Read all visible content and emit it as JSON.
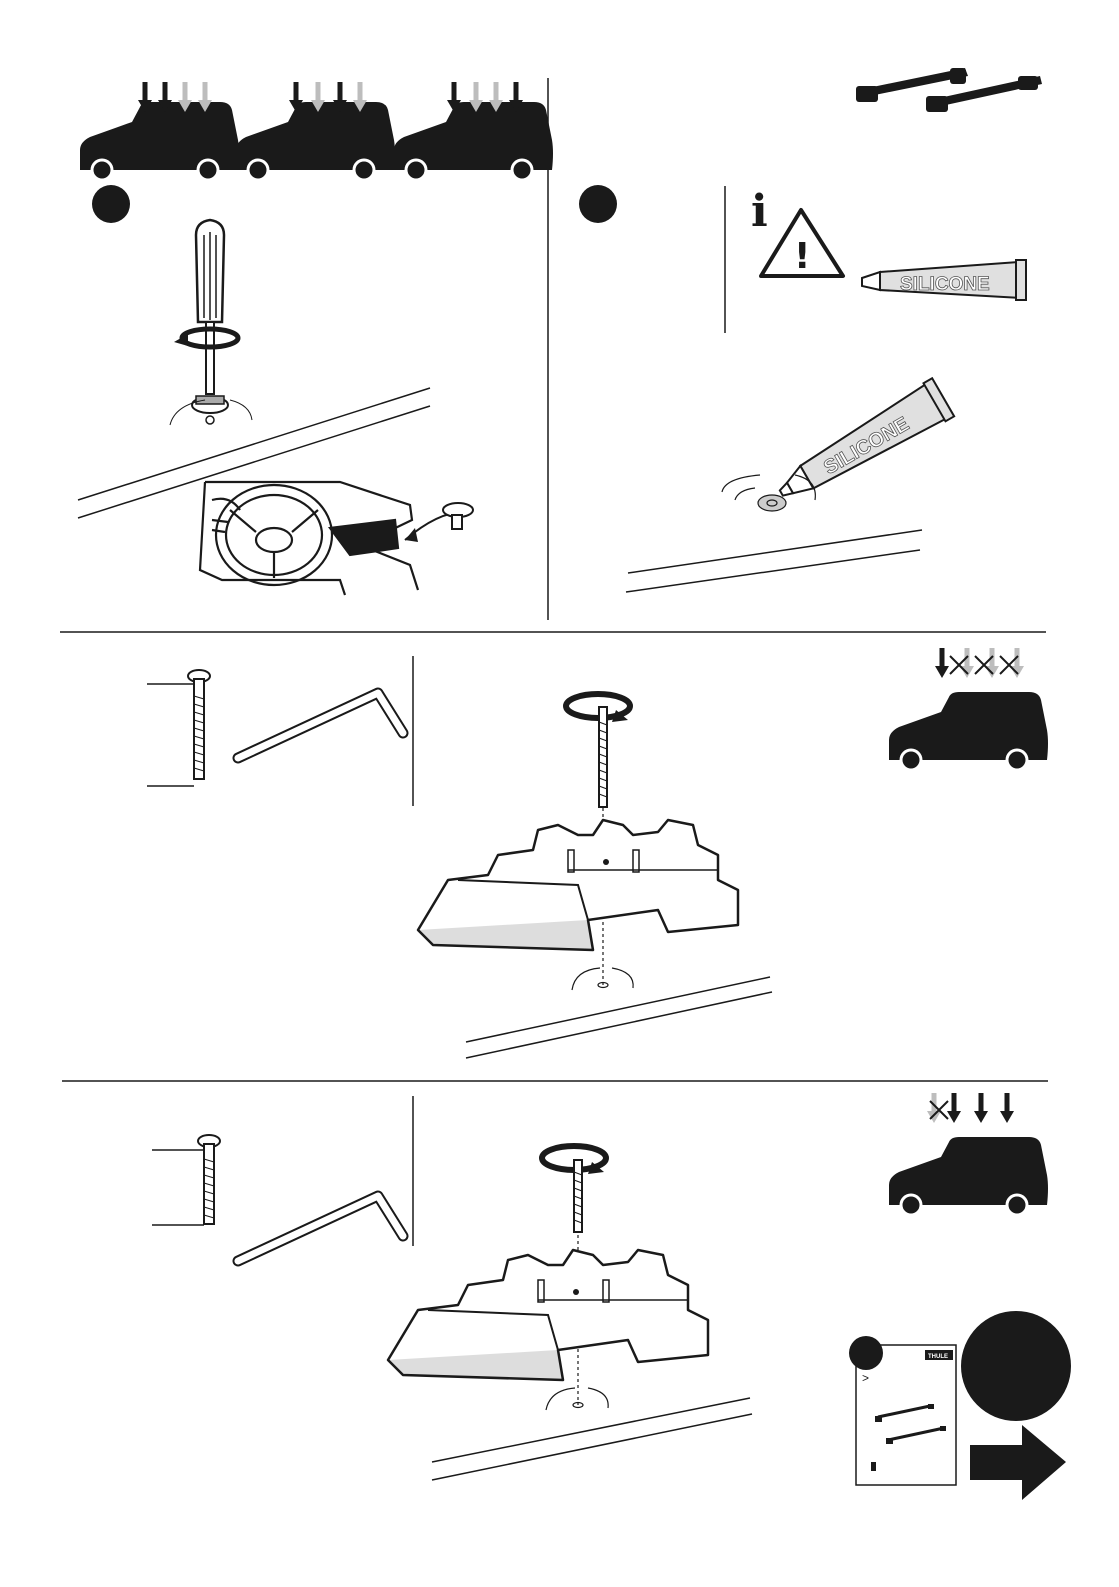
{
  "labels": {
    "silicone_tube_top": "SILICONE",
    "silicone_tube_bottom": "SILICONE",
    "info_icon": "i",
    "warning_icon": "!",
    "brand_mini": "THULE",
    "mini_doc_chevron": ">"
  },
  "icons": [
    "car-load-diagram",
    "downward-arrow",
    "step-circle",
    "screwdriver",
    "rotation-arrow",
    "roof-rail",
    "steering-wheel",
    "roof-bar",
    "info-icon",
    "warning-triangle-icon",
    "silicone-tube",
    "bolt",
    "allen-key",
    "foot-pad",
    "cross-mark",
    "mini-manual",
    "right-arrow-icon"
  ],
  "colors": {
    "ink": "#1a1a1a",
    "arrow_gray": "#bdbdbd",
    "line_gray": "#555555",
    "paper": "#ffffff"
  }
}
